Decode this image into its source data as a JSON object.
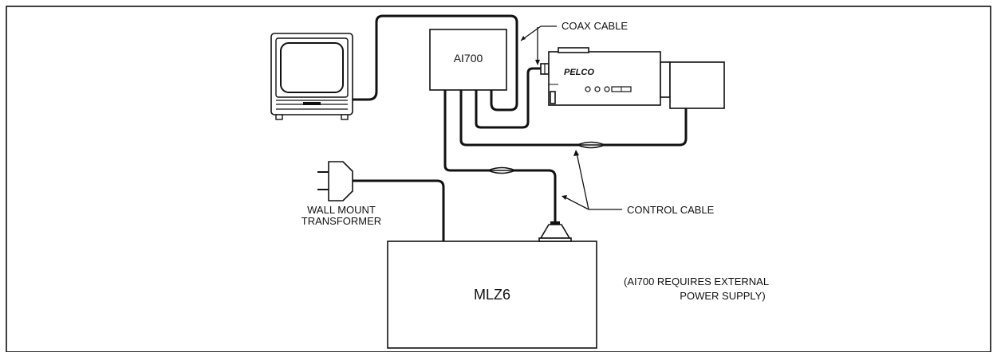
{
  "diagram": {
    "labels": {
      "coax_cable": "COAX CABLE",
      "control_cable": "CONTROL CABLE",
      "wall_mount_line1": "WALL MOUNT",
      "wall_mount_line2": "TRANSFORMER",
      "note_line1": "(AI700 REQUIRES EXTERNAL",
      "note_line2": "POWER SUPPLY)"
    },
    "nodes": {
      "ai700": "AI700",
      "mlz6": "MLZ6",
      "camera_brand": "PELCO"
    }
  }
}
